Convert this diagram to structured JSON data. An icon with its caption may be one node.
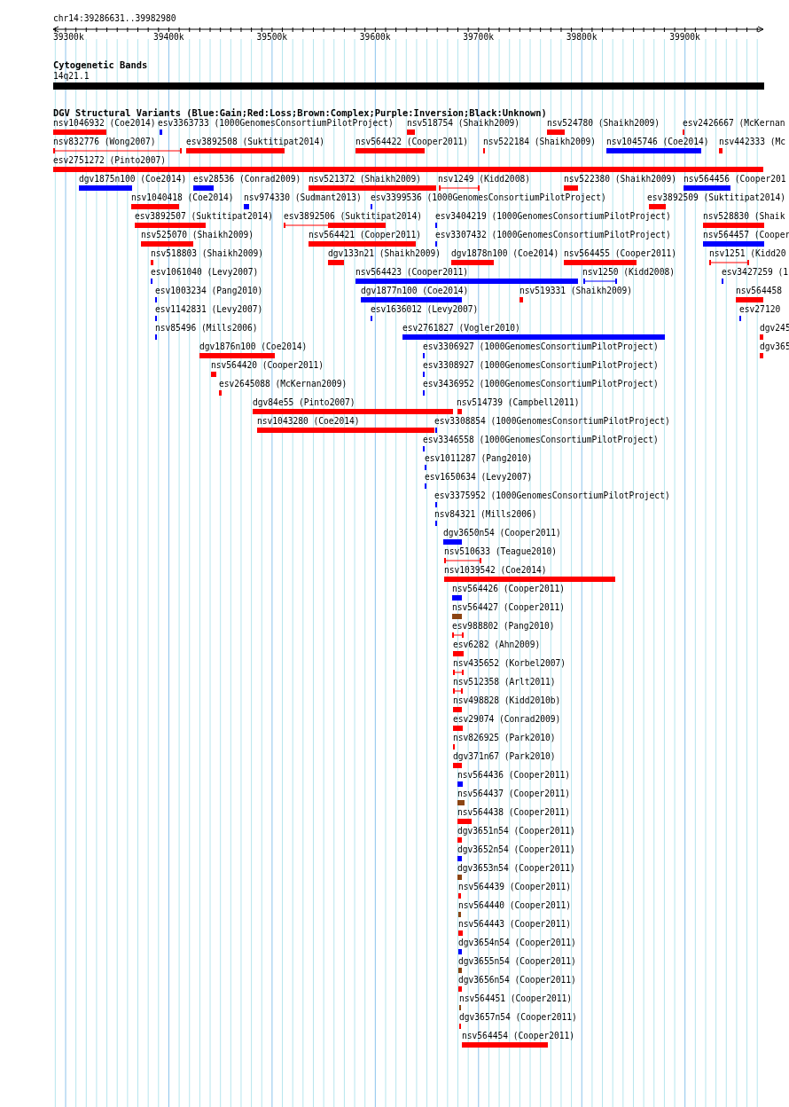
{
  "diagram": {
    "labels": [
      "chr14:39286631..39982980",
      "39300k",
      "39400k",
      "39500k",
      "39600k",
      "39700k",
      "39800k",
      "39900k",
      "Cytogenetic Bands",
      "14q21.1",
      "DGV Structural Variants (Blue:Gain;Red:Loss;Brown:Complex;Purple:Inversion;Black:Unknown)",
      "nsv1046932 (Coe2014)",
      "esv3363733 (1000GenomesConsortiumPilotProject)",
      "nsv518754 (Shaikh2009)",
      "nsv524780 (Shaikh2009)",
      "esv2426667 (McKernan",
      "nsv832776 (Wong2007)",
      "esv3892508 (Suktitipat2014)",
      "nsv564422 (Cooper2011)",
      "nsv522184 (Shaikh2009)",
      "nsv1045746 (Coe2014)",
      "nsv442333 (Mc",
      "esv2751272 (Pinto2007)",
      "dgv1875n100 (Coe2014)",
      "esv28536 (Conrad2009)",
      "nsv521372 (Shaikh2009)",
      "nsv1249 (Kidd2008)",
      "nsv522380 (Shaikh2009)",
      "nsv564456 (Cooper201",
      "nsv1040418 (Coe2014)",
      "nsv974330 (Sudmant2013)",
      "esv3399536 (1000GenomesConsortiumPilotProject)",
      "esv3892509 (Suktitipat2014)",
      "esv3892507 (Suktitipat2014)",
      "esv3892506 (Suktitipat2014)",
      "esv3404219 (1000GenomesConsortiumPilotProject)",
      "nsv528830 (Shaik",
      "nsv525070 (Shaikh2009)",
      "nsv564421 (Cooper2011)",
      "esv3307432 (1000GenomesConsortiumPilotProject)",
      "nsv564457 (Cooper",
      "nsv518803 (Shaikh2009)",
      "dgv133n21 (Shaikh2009)",
      "dgv1878n100 (Coe2014)",
      "nsv564455 (Cooper2011)",
      "nsv1251 (Kidd20",
      "esv1061040 (Levy2007)",
      "nsv564423 (Cooper2011)",
      "nsv1250 (Kidd2008)",
      "esv3427259 (1",
      "esv1003234 (Pang2010)",
      "dgv1877n100 (Coe2014)",
      "nsv519331 (Shaikh2009)",
      "nsv564458",
      "esv1142831 (Levy2007)",
      "esv1636012 (Levy2007)",
      "esv27120",
      "nsv85496 (Mills2006)",
      "esv2761827 (Vogler2010)",
      "dgv245",
      "dgv1876n100 (Coe2014)",
      "esv3306927 (1000GenomesConsortiumPilotProject)",
      "dgv365",
      "nsv564420 (Cooper2011)",
      "esv3308927 (1000GenomesConsortiumPilotProject)",
      "esv2645088 (McKernan2009)",
      "esv3436952 (1000GenomesConsortiumPilotProject)",
      "dgv84e55 (Pinto2007)",
      "nsv514739 (Campbell2011)",
      "nsv1043280 (Coe2014)",
      "esv3308854 (1000GenomesConsortiumPilotProject)",
      "esv3346558 (1000GenomesConsortiumPilotProject)",
      "esv1011287 (Pang2010)",
      "esv1650634 (Levy2007)",
      "esv3375952 (1000GenomesConsortiumPilotProject)",
      "nsv84321 (Mills2006)",
      "dgv3650n54 (Cooper2011)",
      "nsv510633 (Teague2010)",
      "nsv1039542 (Coe2014)",
      "nsv564426 (Cooper2011)",
      "nsv564427 (Cooper2011)",
      "esv988802 (Pang2010)",
      "esv6282 (Ahn2009)",
      "nsv435652 (Korbel2007)",
      "nsv512358 (Arlt2011)",
      "nsv498828 (Kidd2010b)",
      "esv29074 (Conrad2009)",
      "nsv826925 (Park2010)",
      "dgv371n67 (Park2010)",
      "nsv564436 (Cooper2011)",
      "nsv564437 (Cooper2011)",
      "nsv564438 (Cooper2011)",
      "dgv3651n54 (Cooper2011)",
      "dgv3652n54 (Cooper2011)",
      "dgv3653n54 (Cooper2011)",
      "nsv564439 (Cooper2011)",
      "nsv564440 (Cooper2011)",
      "nsv564443 (Cooper2011)",
      "dgv3654n54 (Cooper2011)",
      "dgv3655n54 (Cooper2011)",
      "dgv3656n54 (Cooper2011)",
      "nsv564451 (Cooper2011)",
      "dgv3657n54 (Cooper2011)",
      "nsv564454 (Cooper2011)"
    ]
  }
}
